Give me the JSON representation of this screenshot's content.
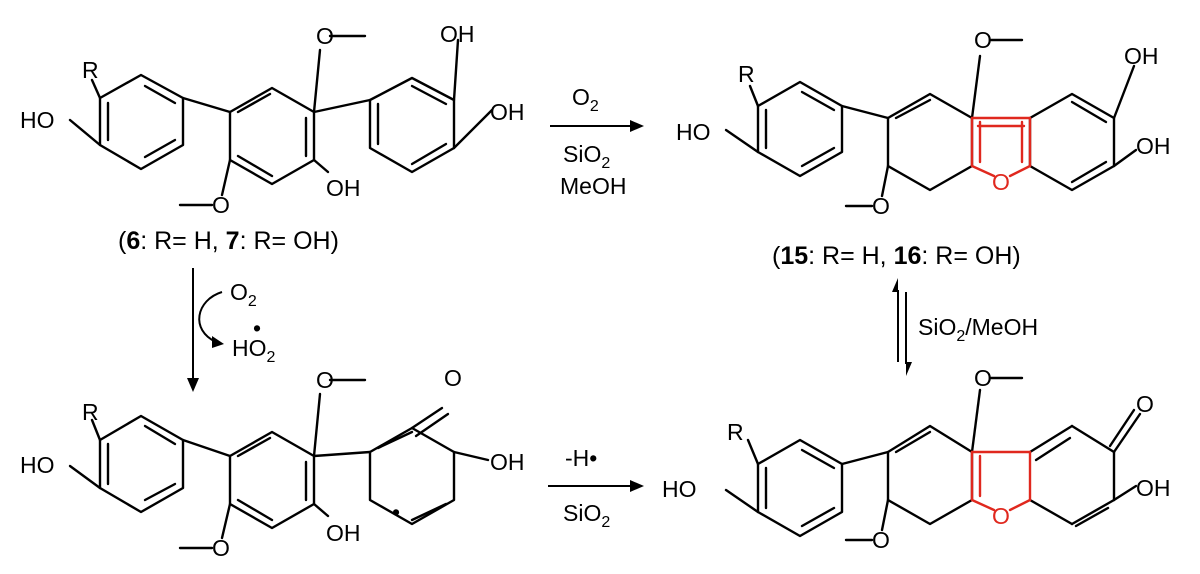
{
  "atoms": {
    "r": "R",
    "ho": "HO",
    "oh": "OH",
    "o": "O",
    "ring_o": "O"
  },
  "reagents": {
    "o": "O",
    "two": "2",
    "si": "SiO",
    "meoh": "MeOH",
    "ho2_h": "HO",
    "radical_dot": "•",
    "minus_h": "-H•",
    "sio2_meoh_si": "SiO",
    "sio2_meoh_rest": "/MeOH"
  },
  "captions": {
    "top_left": {
      "open": "(",
      "c1": "6",
      "t1": ": R= H, ",
      "c2": "7",
      "t2": ": R= OH)"
    },
    "top_right": {
      "open": "(",
      "c1": "15",
      "t1": ": R= H, ",
      "c2": "16",
      "t2": ": R= OH)"
    }
  },
  "colors": {
    "bond": "#000000",
    "highlight": "#e0281e",
    "background": "#ffffff"
  }
}
